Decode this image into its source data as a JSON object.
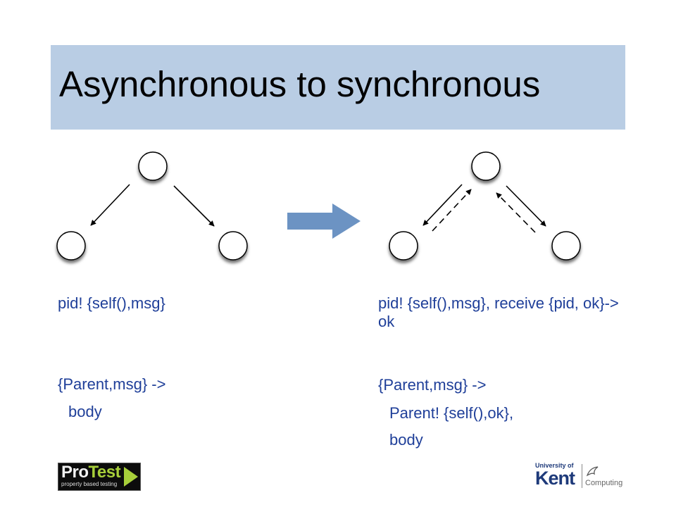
{
  "title": "Asynchronous to synchronous",
  "left": {
    "send": "pid! {self(),msg}",
    "receive_head": "{Parent,msg} ->",
    "receive_body": "body"
  },
  "right": {
    "send": "pid! {self(),msg}, receive {pid, ok}-> ok",
    "receive_head": "{Parent,msg} ->",
    "receive_reply": "Parent! {self(),ok},",
    "receive_body": "body"
  },
  "logos": {
    "protest_name_1": "Pro",
    "protest_name_2": "Test",
    "protest_tagline": "property based testing",
    "kent_university": "University of",
    "kent_name": "Kent",
    "kent_department": "Computing"
  },
  "colors": {
    "title_band": "#b9cde4",
    "code_text": "#1f3f99",
    "transition_arrow": "#6c93c3"
  }
}
